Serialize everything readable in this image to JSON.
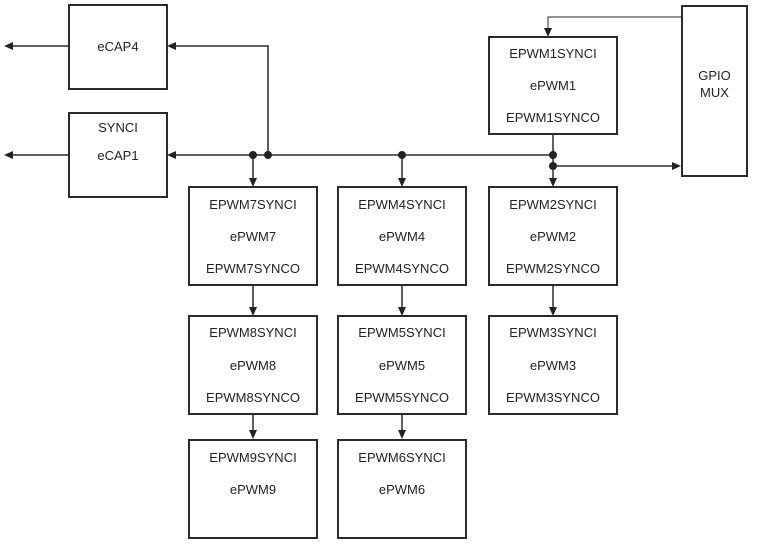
{
  "gpio_mux": {
    "line1": "GPIO",
    "line2": "MUX"
  },
  "ecap4": {
    "label": "eCAP4"
  },
  "ecap1": {
    "sync_in": "SYNCI",
    "label": "eCAP1"
  },
  "epwm1": {
    "sync_in": "EPWM1SYNCI",
    "name": "ePWM1",
    "sync_out": "EPWM1SYNCO"
  },
  "epwm2": {
    "sync_in": "EPWM2SYNCI",
    "name": "ePWM2",
    "sync_out": "EPWM2SYNCO"
  },
  "epwm3": {
    "sync_in": "EPWM3SYNCI",
    "name": "ePWM3",
    "sync_out": "EPWM3SYNCO"
  },
  "epwm4": {
    "sync_in": "EPWM4SYNCI",
    "name": "ePWM4",
    "sync_out": "EPWM4SYNCO"
  },
  "epwm5": {
    "sync_in": "EPWM5SYNCI",
    "name": "ePWM5",
    "sync_out": "EPWM5SYNCO"
  },
  "epwm6": {
    "sync_in": "EPWM6SYNCI",
    "name": "ePWM6"
  },
  "epwm7": {
    "sync_in": "EPWM7SYNCI",
    "name": "ePWM7",
    "sync_out": "EPWM7SYNCO"
  },
  "epwm8": {
    "sync_in": "EPWM8SYNCI",
    "name": "ePWM8",
    "sync_out": "EPWM8SYNCO"
  },
  "epwm9": {
    "sync_in": "EPWM9SYNCI",
    "name": "ePWM9"
  }
}
